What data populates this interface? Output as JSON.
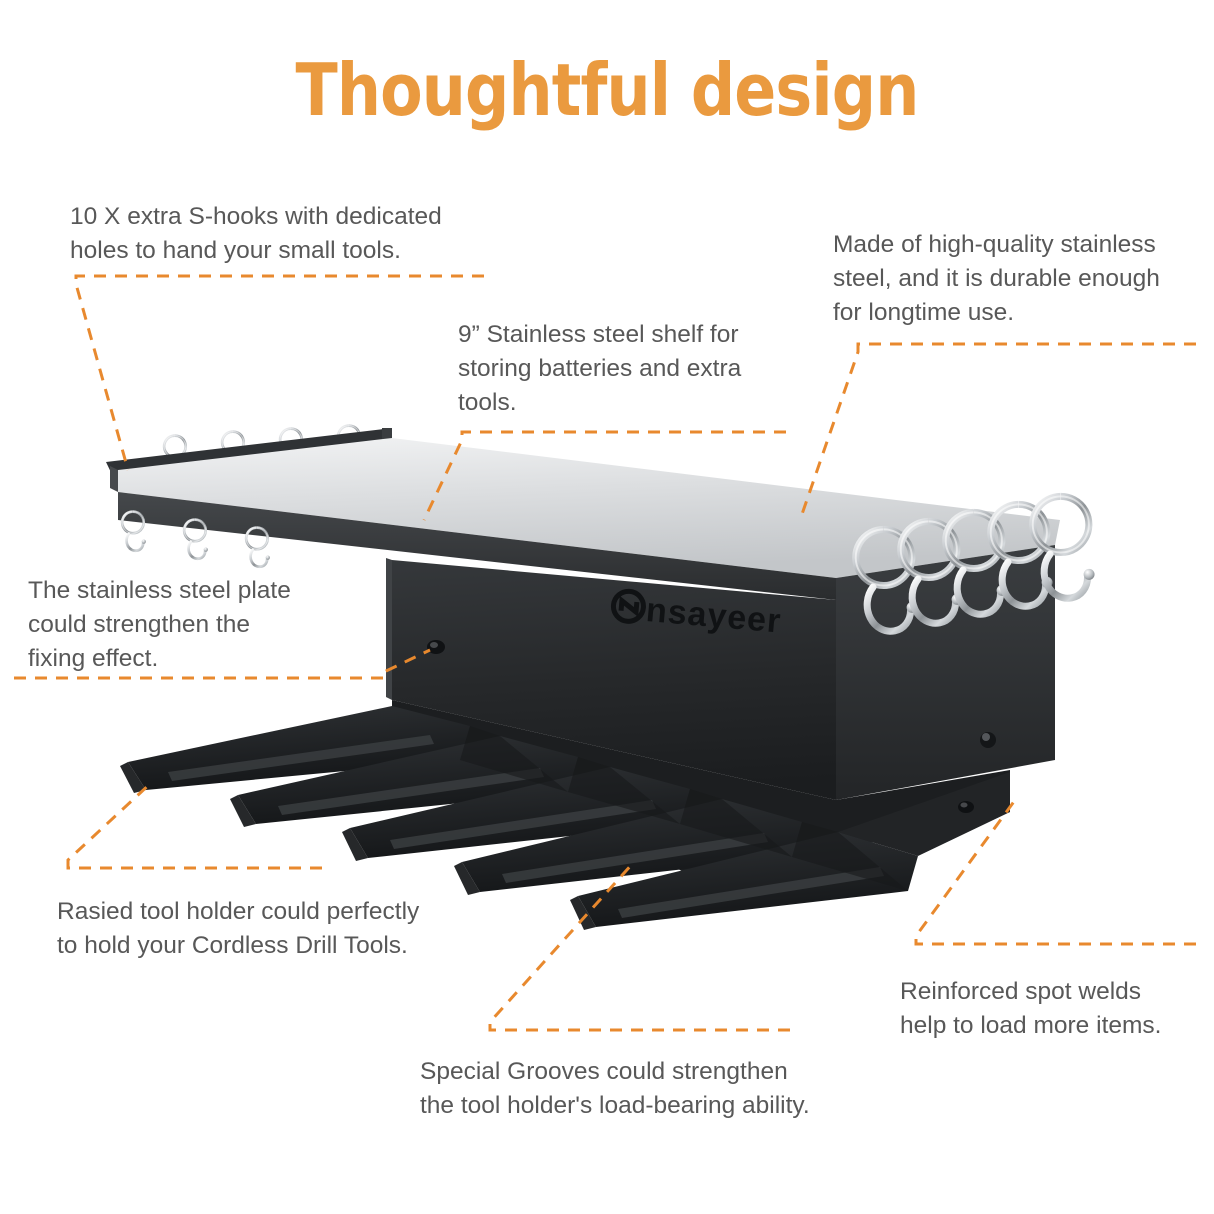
{
  "page": {
    "title": "Thoughtful design",
    "background_color": "#ffffff",
    "accent_color": "#ea9a3f",
    "leader_line_color": "#e8892e",
    "text_color": "#585858"
  },
  "brand": {
    "logo_text": "nsayeer",
    "logo_mark": "circle-n-icon"
  },
  "callouts": [
    {
      "id": "s-hooks",
      "text": "10 X extra S-hooks with dedicated\nholes to hand your small tools."
    },
    {
      "id": "shelf",
      "text": "9” Stainless steel shelf for\nstoring batteries and extra\ntools."
    },
    {
      "id": "material",
      "text": "Made of high-quality stainless\nsteel, and it is durable enough\nfor longtime use."
    },
    {
      "id": "plate",
      "text": "The stainless steel plate\ncould strengthen the\nfixing effect."
    },
    {
      "id": "tool-holder",
      "text": "Rasied tool holder could perfectly\nto hold your Cordless Drill Tools."
    },
    {
      "id": "grooves",
      "text": "Special Grooves could strengthen\nthe tool holder's load-bearing ability."
    },
    {
      "id": "spot-welds",
      "text": "Reinforced spot welds\nhelp to load more items."
    }
  ],
  "product": {
    "name": "wall-mounted-power-tool-organizer",
    "shelf_color": "#d8d9da",
    "body_color": "#26282a",
    "hook_color": "#c9ccd0",
    "hook_count_left": 5,
    "hook_count_right": 5,
    "prong_count": 5
  }
}
